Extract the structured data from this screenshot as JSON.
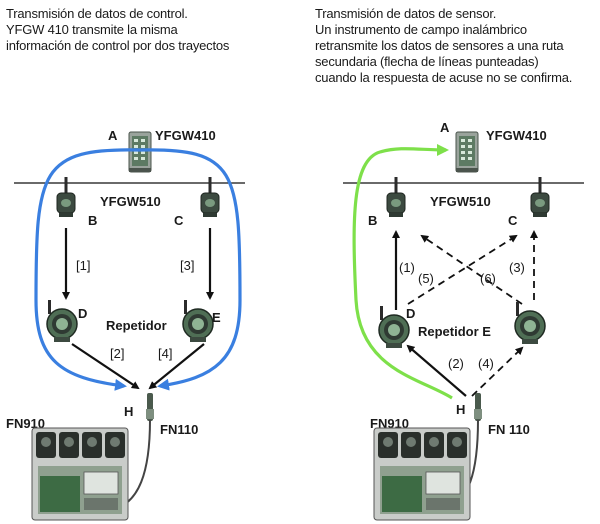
{
  "left": {
    "caption": [
      "Transmisión de datos de control.",
      "YFGW 410 transmite la misma",
      "información de control por dos trayectos"
    ],
    "gateway_letter": "A",
    "gateway_name": "YFGW410",
    "access_point": "YFGW510",
    "node_b": "B",
    "node_c": "C",
    "node_d": "D",
    "node_e": "E",
    "node_h": "H",
    "repeater": "Repetidor",
    "fn910": "FN910",
    "fn110": "FN110",
    "path_1": "[1]",
    "path_2": "[2]",
    "path_3": "[3]",
    "path_4": "[4]"
  },
  "right": {
    "caption": [
      "Transmisión de datos de sensor.",
      "Un instrumento de campo inalámbrico",
      "retransmite los datos de sensores a una ruta",
      "secundaria (flecha de líneas punteadas)",
      "cuando la respuesta de acuse no se confirma."
    ],
    "gateway_letter": "A",
    "gateway_name": "YFGW410",
    "access_point": "YFGW510",
    "node_b": "B",
    "node_c": "C",
    "node_d": "D",
    "repeater_e": "Repetidor E",
    "node_h": "H",
    "fn910": "FN910",
    "fn110": "FN 110",
    "path_1": "(1)",
    "path_2": "(2)",
    "path_3": "(3)",
    "path_4": "(4)",
    "path_5": "(5)",
    "path_6": "(6)"
  },
  "colors": {
    "control_path": "#3a7fe0",
    "sensor_path": "#7ee04a",
    "arrow": "#111111",
    "device_dark": "#2f3a33",
    "device_green": "#5f8a62"
  }
}
